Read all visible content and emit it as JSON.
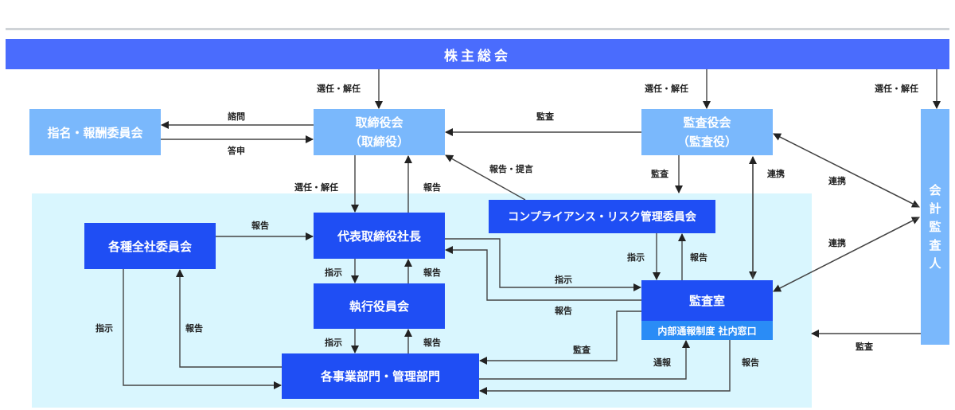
{
  "diagram": {
    "nodes": {
      "shareholders": "株主総会",
      "nomination_committee": "指名・報酬委員会",
      "board": [
        "取締役会",
        "（取締役）"
      ],
      "audit_board": [
        "監査役会",
        "（監査役）"
      ],
      "accounting_auditor": [
        "会",
        "計",
        "監",
        "査",
        "人"
      ],
      "company_committees": "各種全社委員会",
      "president": "代表取締役社長",
      "compliance_committee": "コンプライアンス・リスク管理委員会",
      "executive_board": "執行役員会",
      "audit_office": "監査室",
      "whistleblower_desk": "内部通報制度 社内窓口",
      "departments": "各事業部門・管理部門"
    },
    "edge_labels": {
      "sh_to_board": "選任・解任",
      "sh_to_audit_board": "選任・解任",
      "sh_to_accountant": "選任・解任",
      "board_to_nomination": "諮問",
      "nomination_to_board": "答申",
      "audit_board_to_board": "監査",
      "compliance_to_board": "報告・提言",
      "board_to_president": "選任・解任",
      "president_to_board": "報告",
      "audit_board_to_compliance": "監査",
      "audit_board_audit_office": "連携",
      "audit_board_accountant": "連携",
      "audit_office_accountant": "連携",
      "committees_to_president": "報告",
      "president_to_exec": "指示",
      "exec_to_president": "報告",
      "compliance_to_audit_office": "指示",
      "audit_office_to_compliance": "報告",
      "president_to_audit_office": "指示",
      "audit_office_to_president": "報告",
      "committees_to_departments": "指示",
      "departments_to_committees": "報告",
      "exec_to_departments": "指示",
      "departments_to_exec": "報告",
      "audit_office_audits_departments": "監査",
      "departments_whistle": "通報",
      "desk_report_departments": "報告",
      "accountant_audit": "監査"
    }
  },
  "colors": {
    "shareholders": "#4a6cfd",
    "light_box": "#7ab8fc",
    "dark_box": "#1f4ef4",
    "desk_band": "#2a8cf6",
    "internal_zone": "#d9f6fe",
    "line": "#333333"
  }
}
